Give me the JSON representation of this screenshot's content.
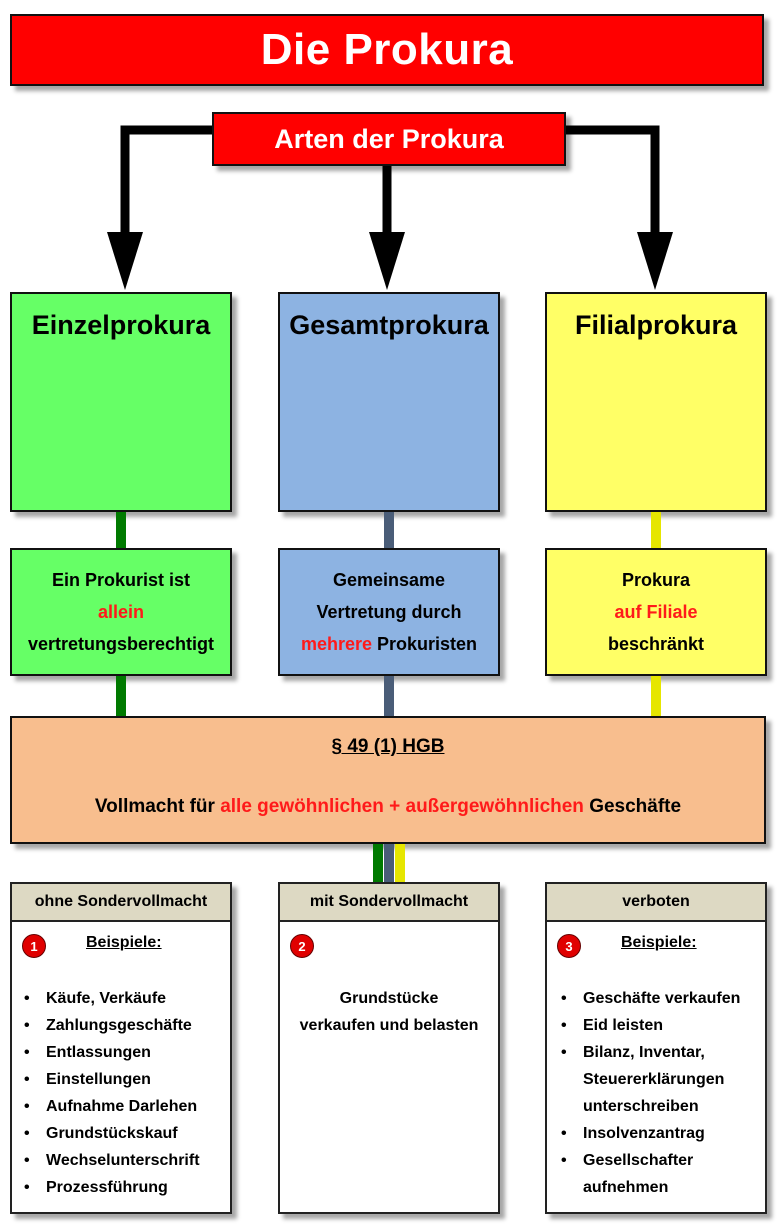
{
  "title": "Die Prokura",
  "arten": "Arten der Prokura",
  "types": [
    {
      "name": "Einzelprokura",
      "color": "#66ff66",
      "connector": "#007a00",
      "desc": {
        "pre": "Ein Prokurist ist",
        "highlight": "allein",
        "post": "vertretungsberechtigt"
      }
    },
    {
      "name": "Gesamtprokura",
      "color": "#8db3e2",
      "connector": "#4a5d78",
      "desc": {
        "pre": "Gemeinsame Vertretung durch",
        "highlight": "mehrere",
        "post": "Prokuristen"
      }
    },
    {
      "name": "Filialprokura",
      "color": "#ffff66",
      "connector": "#e6e600",
      "desc": {
        "pre": "Prokura",
        "highlight": "auf Filiale",
        "post": "beschränkt"
      }
    }
  ],
  "hgb": {
    "ref": "§ 49 (1) HGB",
    "text_pre": "Vollmacht für",
    "text_highlight": "alle gewöhnlichen + außergewöhnlichen",
    "text_post": "Geschäfte"
  },
  "bottom": [
    {
      "header": "ohne Sondervollmacht",
      "number": "1",
      "label": "Beispiele:",
      "items": [
        "Käufe, Verkäufe",
        "Zahlungsgeschäfte",
        "Entlassungen",
        "Einstellungen",
        "Aufnahme Darlehen",
        "Grundstückskauf",
        "Wechselunterschrift",
        "Prozessführung"
      ]
    },
    {
      "header": "mit Sondervollmacht",
      "number": "2",
      "text_line1": "Grundstücke",
      "text_line2": "verkaufen und belasten"
    },
    {
      "header": "verboten",
      "number": "3",
      "label": "Beispiele:",
      "items": [
        "Geschäfte verkaufen",
        "Eid leisten",
        "Bilanz, Inventar, Steuererklärungen unterschreiben",
        "Insolvenzantrag",
        "Gesellschafter aufnehmen"
      ]
    }
  ],
  "colors": {
    "red": "#ff0000",
    "hgb_bg": "#f8be8e",
    "header_bg": "#ddd9c3"
  }
}
